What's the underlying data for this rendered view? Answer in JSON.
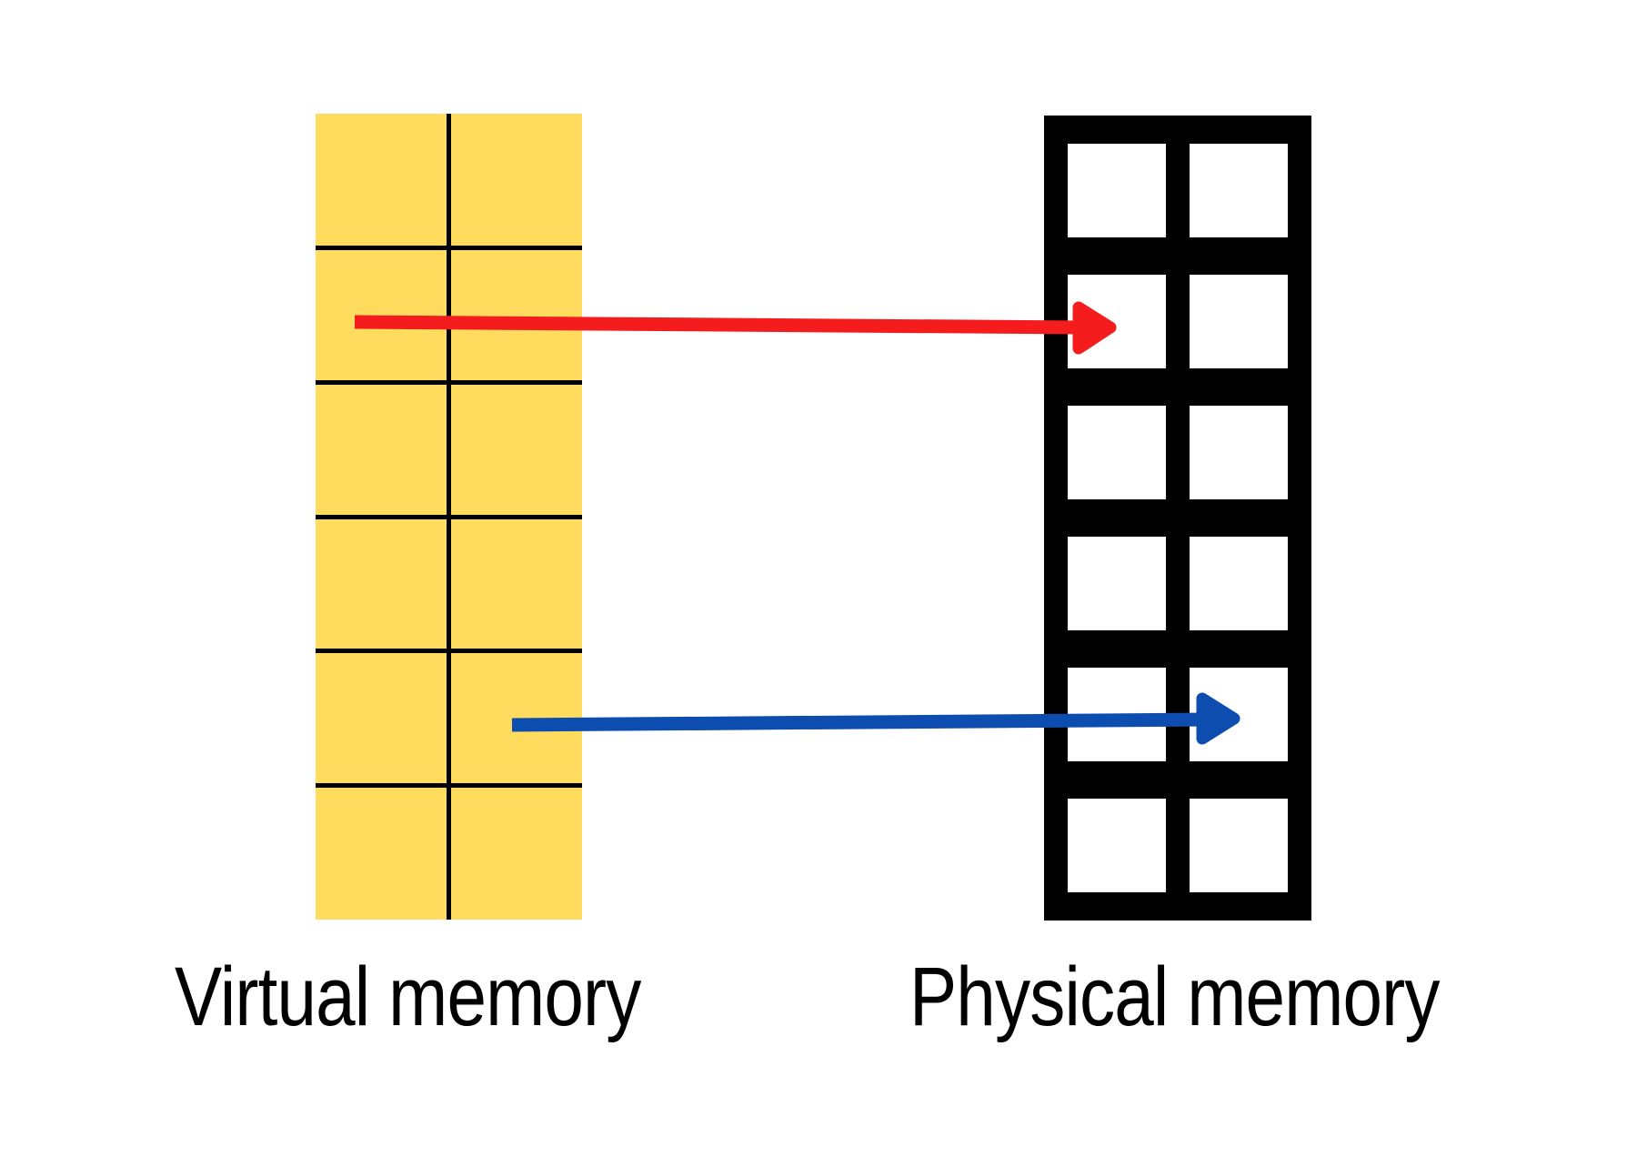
{
  "diagram": {
    "type": "memory-mapping-diagram",
    "background_color": "#FFFFFF",
    "label_color": "#000000",
    "virtual_memory": {
      "label": "Virtual memory",
      "rows": 6,
      "columns": 2,
      "fill_color": "#FFDB5E",
      "line_color": "#000000"
    },
    "physical_memory": {
      "label": "Physical memory",
      "rows": 6,
      "columns": 2,
      "frame_color": "#000000",
      "cell_color": "#FFFFFF"
    },
    "arrows": [
      {
        "id": "red",
        "color": "#F41C1C",
        "from": "virtual-page-row-2",
        "to": "physical-frame-row-2-left"
      },
      {
        "id": "blue",
        "color": "#0D4DAF",
        "from": "virtual-page-row-5",
        "to": "physical-frame-row-5-right"
      }
    ]
  }
}
